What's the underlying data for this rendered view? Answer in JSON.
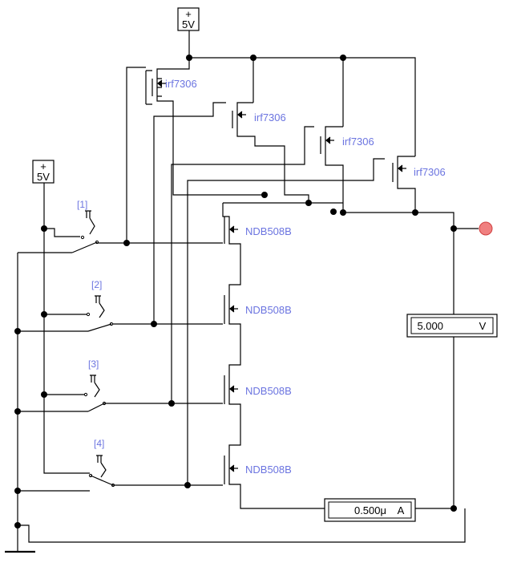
{
  "power_sources": [
    {
      "plus": "+",
      "label": "5V"
    },
    {
      "plus": "+",
      "label": "5V"
    }
  ],
  "pmos": [
    {
      "label": "irf7306"
    },
    {
      "label": "irf7306"
    },
    {
      "label": "irf7306"
    },
    {
      "label": "irf7306"
    }
  ],
  "nmos": [
    {
      "label": "NDB508B"
    },
    {
      "label": "NDB508B"
    },
    {
      "label": "NDB508B"
    },
    {
      "label": "NDB508B"
    }
  ],
  "switches": [
    {
      "label": "[1]"
    },
    {
      "label": "[2]"
    },
    {
      "label": "[3]"
    },
    {
      "label": "[4]"
    }
  ],
  "voltmeter": {
    "value": "5.000",
    "unit": "V"
  },
  "ammeter": {
    "value": "0.500μ",
    "unit": "A"
  },
  "colors": {
    "wire": "#000000",
    "label": "#6b74e0",
    "probe": "#f08080"
  }
}
